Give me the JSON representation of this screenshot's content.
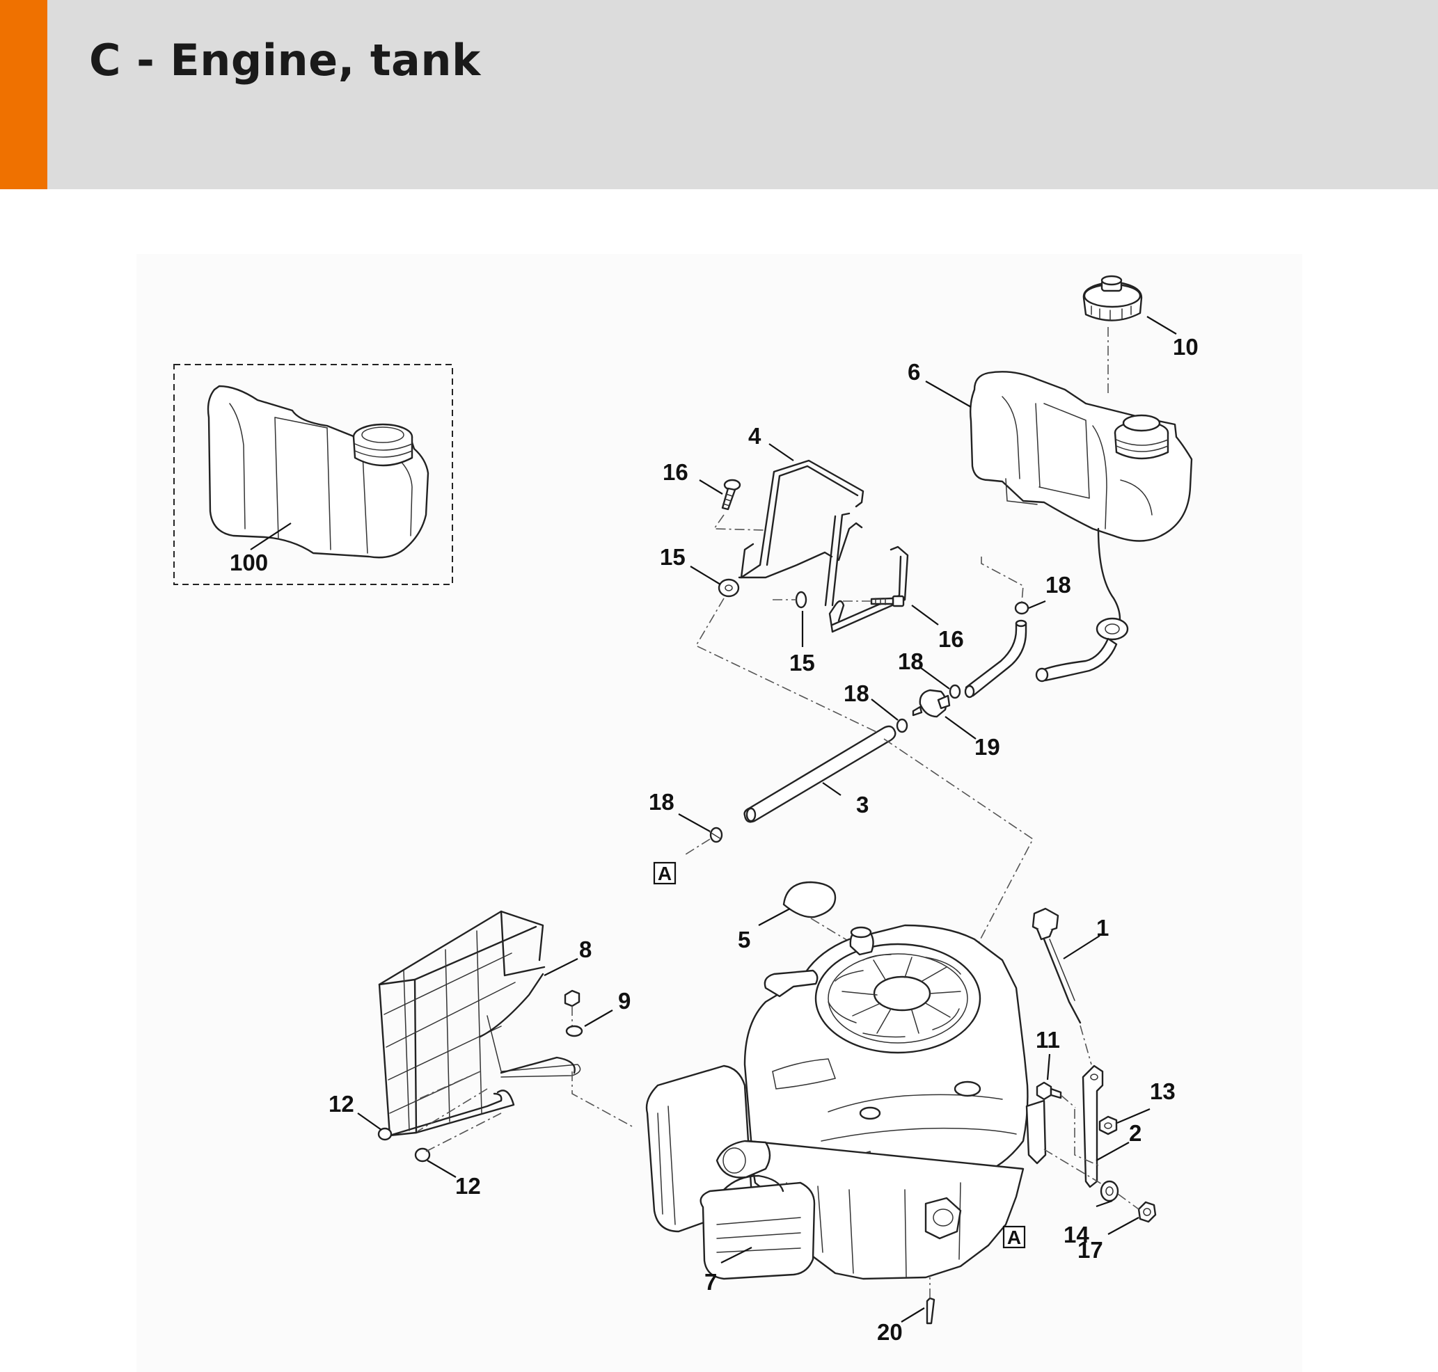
{
  "header": {
    "title": "C - Engine, tank",
    "accent_color": "#ef7100",
    "background_color": "#dcdcdc"
  },
  "diagram": {
    "reference_marker": "A",
    "callouts": {
      "c100": "100",
      "c10": "10",
      "c6": "6",
      "c4": "4",
      "c16a": "16",
      "c15a": "15",
      "c15b": "15",
      "c16b": "16",
      "c18a": "18",
      "c18b": "18",
      "c18c": "18",
      "c19": "19",
      "c18d": "18",
      "c3": "3",
      "c5": "5",
      "c1": "1",
      "c8": "8",
      "c9": "9",
      "c11": "11",
      "c13": "13",
      "c2": "2",
      "c12a": "12",
      "c12b": "12",
      "c14": "14",
      "c17": "17",
      "c7": "7",
      "c20": "20"
    }
  }
}
